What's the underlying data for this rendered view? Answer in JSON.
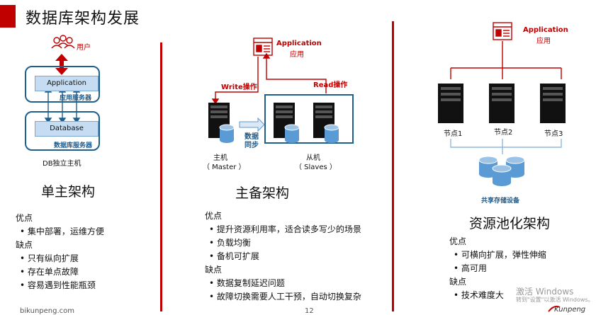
{
  "slide": {
    "title": "数据库架构发展",
    "page_number": "12",
    "footer_url": "bikunpeng.com",
    "watermark_line1": "激活 Windows",
    "watermark_line2": "转到\"设置\"以激活 Windows。",
    "brand": "Kunpeng"
  },
  "single": {
    "user_label": "用户",
    "app_label": "Application",
    "app_server_label": "应用服务器",
    "db_label": "Database",
    "db_server_label": "数据库服务器",
    "caption": "DB独立主机",
    "title": "单主架构",
    "pros_head": "优点",
    "pros": [
      "集中部署，运维方便"
    ],
    "cons_head": "缺点",
    "cons": [
      "只有纵向扩展",
      "存在单点故障",
      "容易遇到性能瓶颈"
    ]
  },
  "master": {
    "app_label": "Application",
    "app_cn": "应用",
    "write_label": "Write操作",
    "read_label": "Read操作",
    "sync_label_1": "数据",
    "sync_label_2": "同步",
    "master_label": "主机",
    "master_en": "（ Master ）",
    "slave_label": "从机",
    "slave_en": "（ Slaves ）",
    "title": "主备架构",
    "pros_head": "优点",
    "pros": [
      "提升资源利用率，适合读多写少的场景",
      "负载均衡",
      "备机可扩展"
    ],
    "cons_head": "缺点",
    "cons": [
      "数据复制延迟问题",
      "故障切换需要人工干预，自动切换复杂"
    ]
  },
  "pool": {
    "app_label": "Application",
    "app_cn": "应用",
    "nodes": [
      "节点1",
      "节点2",
      "节点3"
    ],
    "storage_label": "共享存储设备",
    "title": "资源池化架构",
    "pros_head": "优点",
    "pros": [
      "可横向扩展，弹性伸缩",
      "高可用"
    ],
    "cons_head": "缺点",
    "cons": [
      "技术难度大"
    ]
  },
  "colors": {
    "accent": "#c00000",
    "frame": "#1f5f8b",
    "box_fill": "#c5dcf2",
    "storage": "#5b9bd5"
  },
  "icons": [
    "users-icon",
    "application-window-icon",
    "server-icon",
    "database-icon"
  ]
}
